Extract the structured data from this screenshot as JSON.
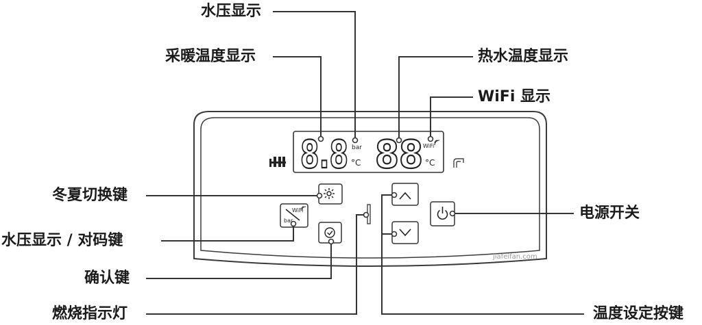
{
  "labels": {
    "water_pressure_display": "水压显示",
    "heating_temp_display": "采暖温度显示",
    "hot_water_temp_display": "热水温度显示",
    "wifi_display": "WiFi 显示",
    "season_switch_key": "冬夏切换键",
    "pressure_pairing_key": "水压显示 / 对码键",
    "confirm_key": "确认键",
    "flame_indicator": "燃烧指示灯",
    "power_switch": "电源开关",
    "temp_set_keys": "温度设定按键"
  },
  "lcd": {
    "heating_digits": "8.8",
    "hot_water_digits": "88",
    "pressure_unit": "bar",
    "heating_unit": "°C",
    "hot_water_unit": "°C",
    "wifi_text": "WiFi"
  },
  "buttons": {
    "pressure_wifi_top": "WiFi",
    "pressure_wifi_bottom": "bar"
  },
  "watermark": "jiafeifan.com"
}
